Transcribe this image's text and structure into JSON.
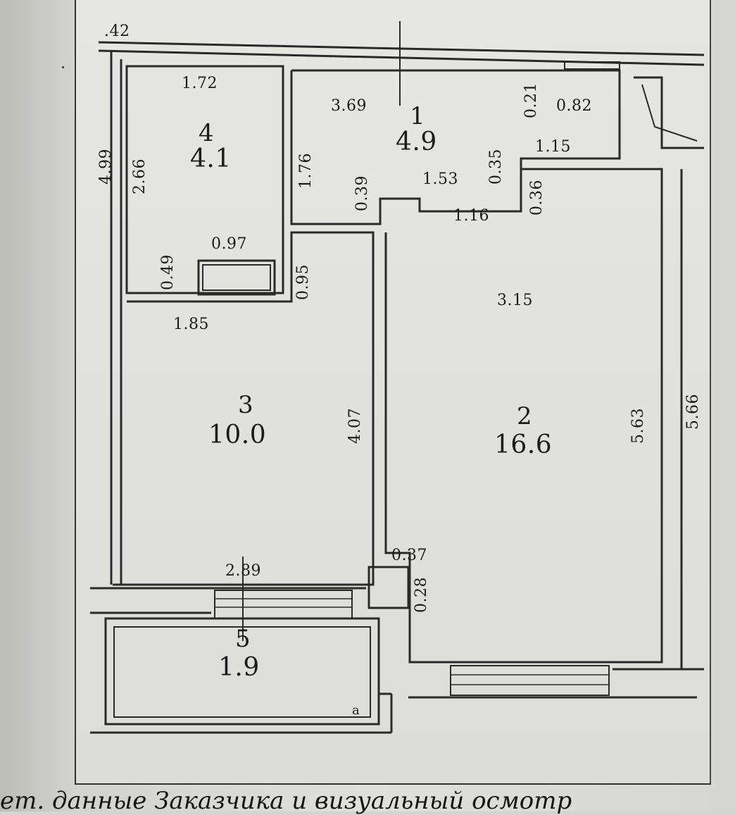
{
  "plan": {
    "rooms": [
      {
        "id": "1",
        "area": "4.9"
      },
      {
        "id": "2",
        "area": "16.6"
      },
      {
        "id": "3",
        "area": "10.0"
      },
      {
        "id": "4",
        "area": "4.1"
      },
      {
        "id": "5",
        "area": "1.9"
      }
    ],
    "dimensions": {
      "top_left_edge": ".42",
      "r4_width": "1.72",
      "r4_height": "2.66",
      "left_outer": "4.99",
      "r1_left": "3.69",
      "r1_top_small": "0.21",
      "r1_right_small": "0.82",
      "r1_right_width": "1.15",
      "r1_v1": "1.76",
      "r1_v2": "0.39",
      "r1_mid": "1.53",
      "r1_v3": "0.35",
      "r1_v4": "0.36",
      "r1_bottom": "1.16",
      "closet_width": "0.97",
      "closet_left": "0.49",
      "closet_right": "0.95",
      "r3_top": "1.85",
      "r2_width": "3.15",
      "r3_height": "4.07",
      "r2_height": "5.63",
      "right_outer": "5.66",
      "r3_bottom": "2.89",
      "pier_width": "0.37",
      "pier_small": "0.28",
      "r5_mark": "a"
    }
  },
  "caption": "ет. данные Заказчика и визуальный осмотр"
}
